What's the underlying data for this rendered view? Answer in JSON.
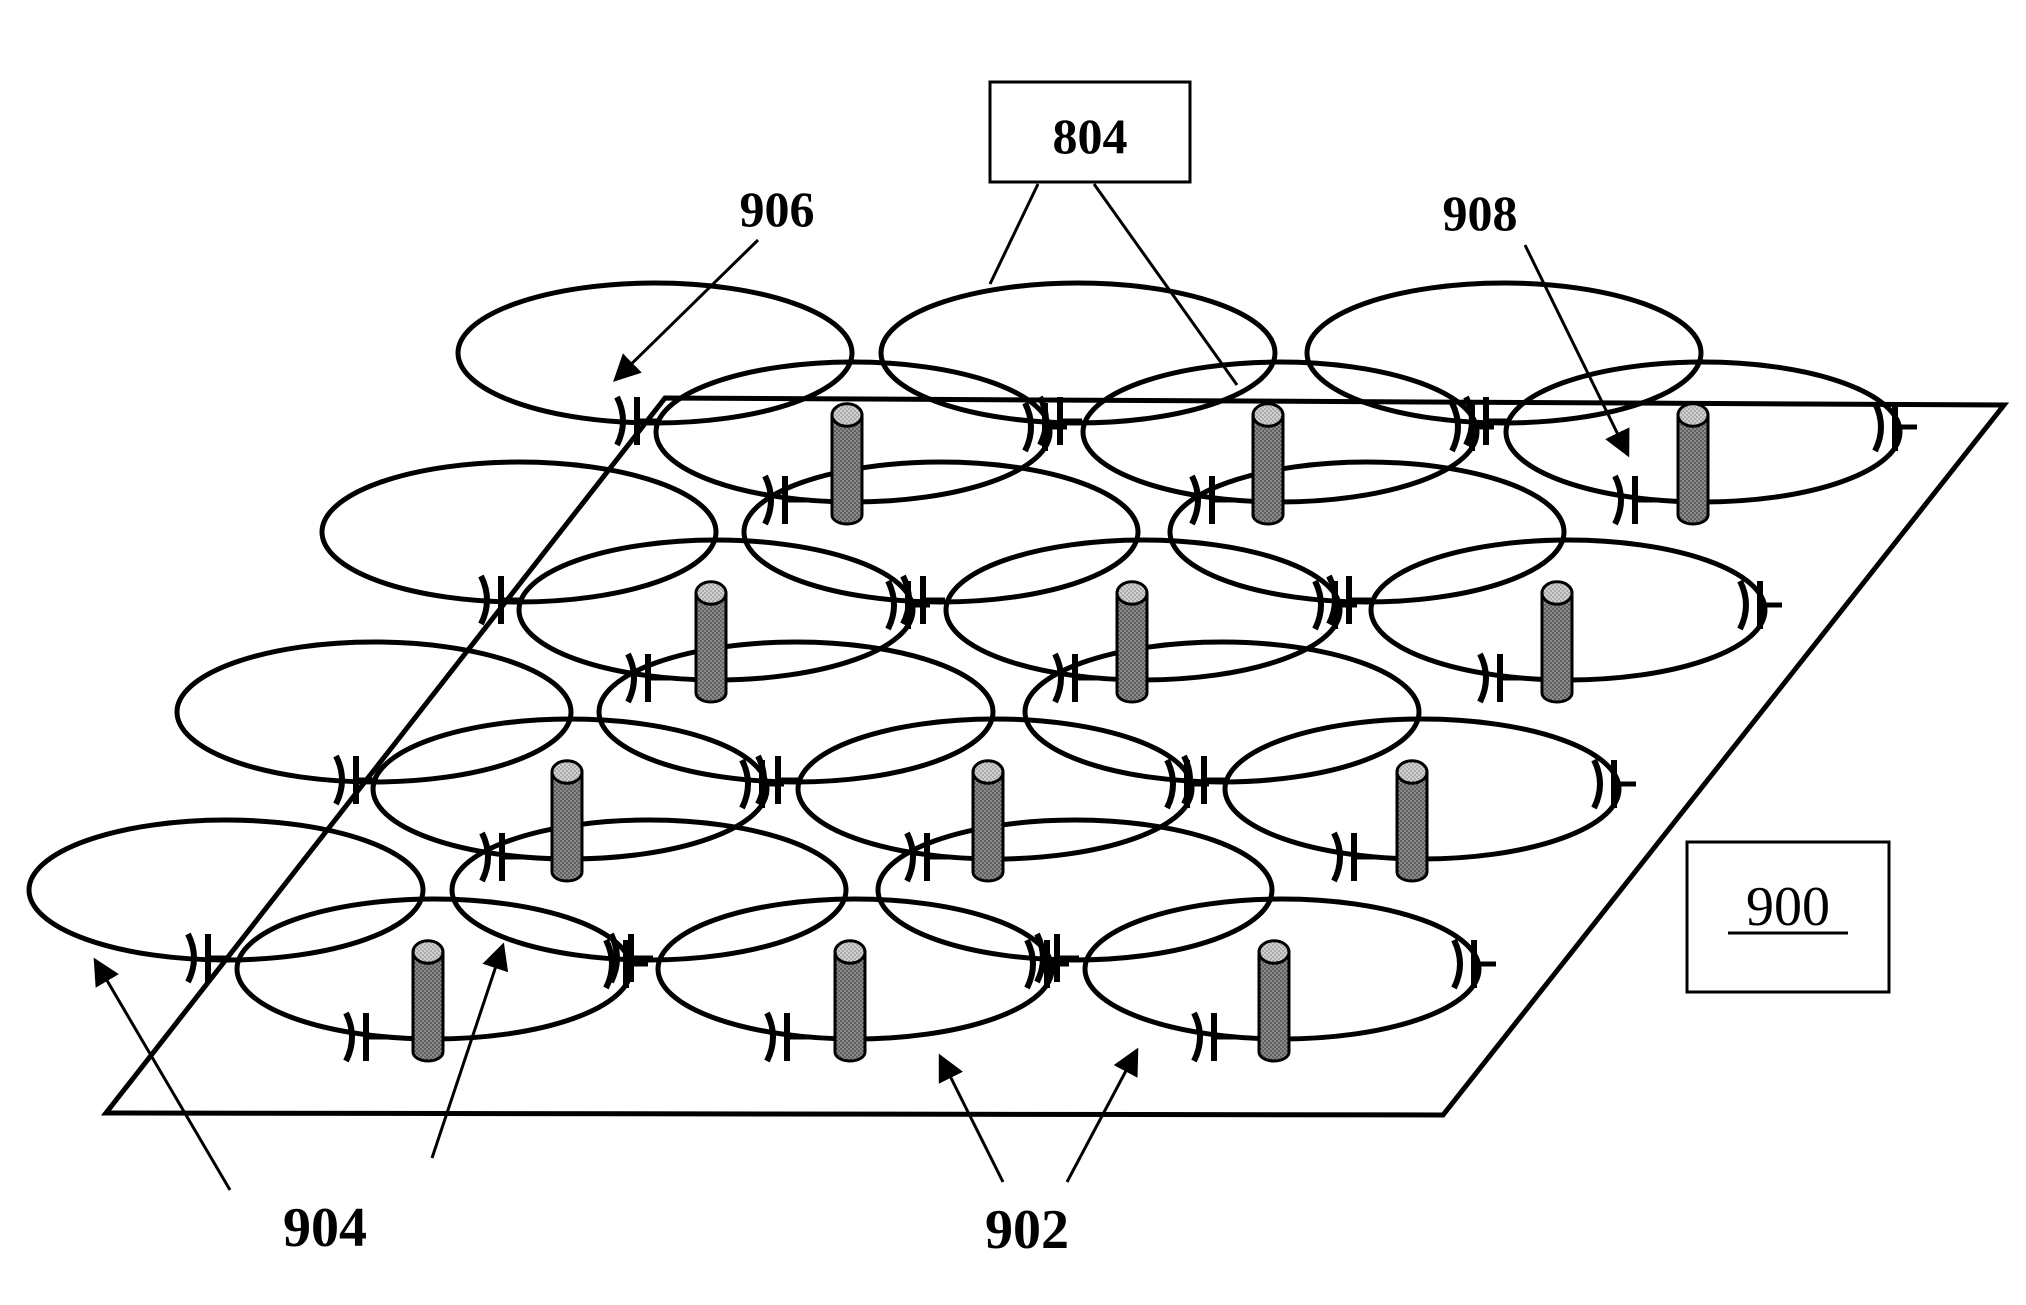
{
  "labels": {
    "ref_804": "804",
    "ref_900": "900",
    "ref_902": "902",
    "ref_904": "904",
    "ref_906": "906",
    "ref_908": "908"
  },
  "colors": {
    "line": "#000000",
    "background": "#ffffff",
    "post_fill": "#7a7a7a",
    "post_cap": "#c8c8c8"
  }
}
